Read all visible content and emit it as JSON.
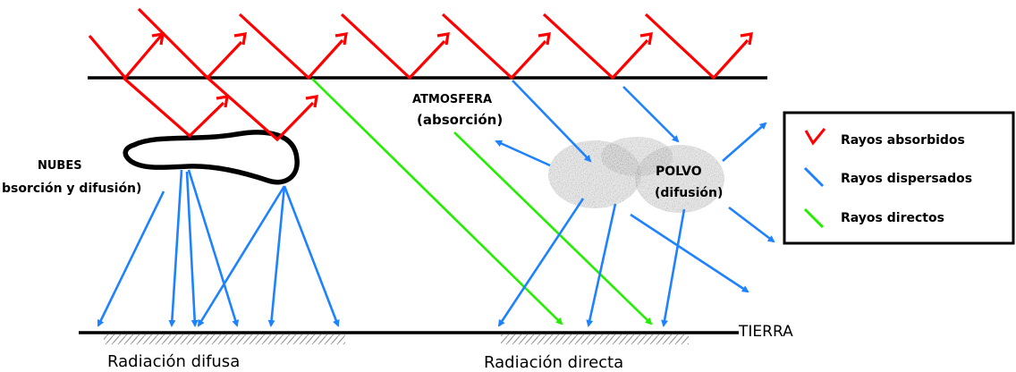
{
  "labels": {
    "atmosfera": "ATMOSFERA",
    "absorcion": "(absorción)",
    "nubes": "NUBES",
    "nubes_sub": "bsorción y difusión)",
    "polvo": "POLVO",
    "polvo_sub": "(difusión)",
    "tierra": "TIERRA",
    "radiacion_difusa": "Radiación difusa",
    "radiacion_directa": "Radiación directa"
  },
  "legend": {
    "items": [
      {
        "label": "Rayos absorbidos",
        "color": "#ff0000",
        "icon": "red-check-arrow"
      },
      {
        "label": "Rayos dispersados",
        "color": "#1e82ff",
        "icon": "blue-line"
      },
      {
        "label": "Rayos directos",
        "color": "#22ee00",
        "icon": "green-line"
      }
    ]
  },
  "colors": {
    "absorbed": "#ff0000",
    "scattered": "#1e82ff",
    "direct": "#22ee00",
    "ink": "#000000",
    "dust": "#b8b8b8"
  }
}
